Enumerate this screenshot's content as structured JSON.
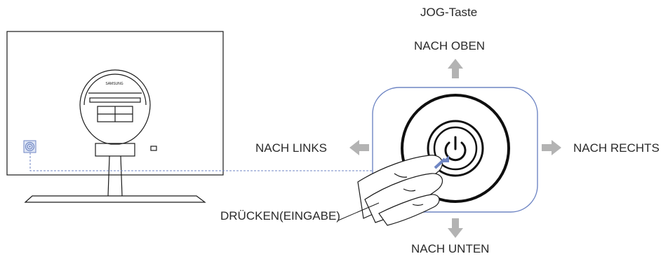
{
  "diagram": {
    "title": "JOG-Taste",
    "labels": {
      "up": "NACH OBEN",
      "left": "NACH LINKS",
      "right": "NACH RECHTS",
      "down": "NACH UNTEN",
      "press": "DRÜCKEN(EINGABE)"
    },
    "monitor_brand": "SAMSUNG",
    "colors": {
      "arrow": "#b3b3b3",
      "panel_border": "#6f86c4",
      "dashed_line": "#6f86c4",
      "jog_fill": "#6f86c4",
      "outline": "#1a1a1a"
    }
  }
}
